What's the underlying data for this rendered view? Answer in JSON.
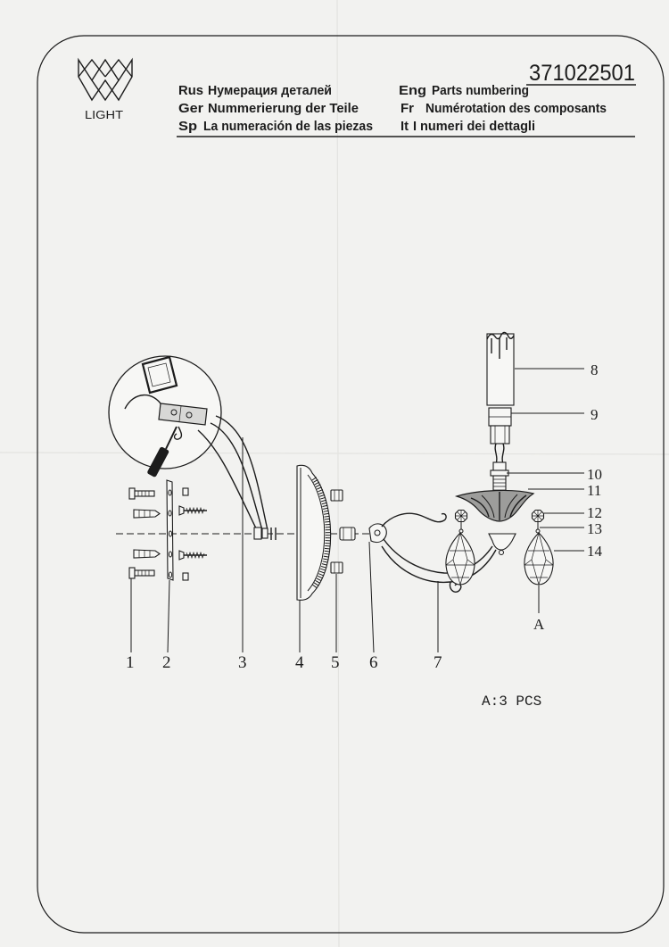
{
  "logo": {
    "wordmark": "LIGHT",
    "icon": "mw-light-logo-icon"
  },
  "document": {
    "article_number": "371022501"
  },
  "headings": {
    "rus": {
      "code": "Rus",
      "text": "Нумерация деталей"
    },
    "ger": {
      "code": "Ger",
      "text": "Nummerierung der Teile"
    },
    "sp": {
      "code": "Sp",
      "text": "La numeración de las piezas"
    },
    "eng": {
      "code": "Eng",
      "text": "Parts numbering"
    },
    "fr": {
      "code": "Fr",
      "text": "Numérotation des composants"
    },
    "it": {
      "code": "It",
      "text": "I numeri dei dettagli"
    }
  },
  "diagram": {
    "parts": [
      "1",
      "2",
      "3",
      "4",
      "5",
      "6",
      "7",
      "8",
      "9",
      "10",
      "11",
      "12",
      "13",
      "14"
    ],
    "detail_label": "A",
    "quantity_note": "A:3 PCS"
  },
  "colors": {
    "ink": "#1c1c1c",
    "paper": "#f2f2f0"
  }
}
